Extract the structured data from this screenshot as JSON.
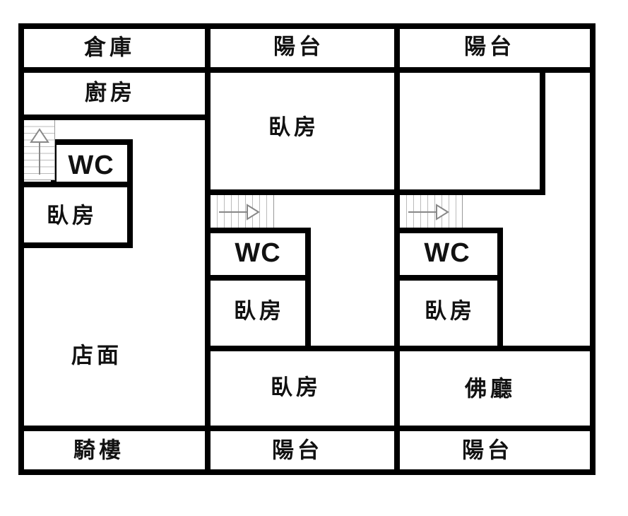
{
  "floorplan": {
    "type": "residential-floor-plan",
    "rooms": {
      "storage": "倉庫",
      "balcony_top_mid": "陽台",
      "balcony_top_right": "陽台",
      "kitchen": "廚房",
      "wc_left": "WC",
      "bedroom_left": "臥房",
      "bedroom_top_mid": "臥房",
      "wc_mid": "WC",
      "bedroom_mid_small": "臥房",
      "bedroom_mid_large": "臥房",
      "wc_right": "WC",
      "bedroom_right_small": "臥房",
      "buddha_hall": "佛廳",
      "storefront": "店面",
      "arcade": "騎樓",
      "balcony_bottom_mid": "陽台",
      "balcony_bottom_right": "陽台"
    },
    "icons": {
      "stair_left": "up-arrow-stairs",
      "stair_mid": "right-arrow-stairs",
      "stair_right": "right-arrow-stairs"
    },
    "colors": {
      "wall": "#000000",
      "background": "#ffffff",
      "stair_tread": "#bbbbbb",
      "stair_arrow": "#888888",
      "text": "#111111"
    }
  }
}
